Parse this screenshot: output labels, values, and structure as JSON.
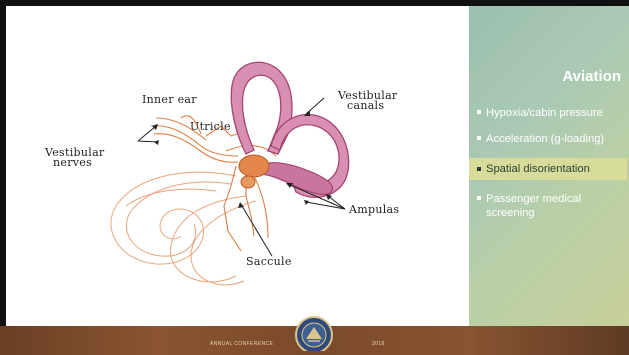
{
  "diagram": {
    "labels": {
      "inner_ear": "Inner ear",
      "utricle": "Utricle",
      "vestibular_nerves_1": "Vestibular",
      "vestibular_nerves_2": "nerves",
      "vestibular_canals_1": "Vestibular",
      "vestibular_canals_2": "canals",
      "ampulas": "Ampulas",
      "saccule": "Saccule"
    }
  },
  "sidebar": {
    "title": "Aviation",
    "bullets": [
      "Hypoxia/cabin pressure",
      "Acceleration (g-loading)",
      "Spatial disorientation",
      "Passenger medical screening"
    ],
    "highlighted_index": 2
  },
  "footer": {
    "left_text": "ANNUAL CONFERENCE",
    "right_text": "2018"
  },
  "colors": {
    "canal_fill": "#d98fb4",
    "canal_stroke": "#a3456f",
    "sketch": "#e07f45",
    "sidebar_text": "#ffffff",
    "highlight": "#d7dc9a",
    "footer_bg": "#7b4a2b"
  }
}
